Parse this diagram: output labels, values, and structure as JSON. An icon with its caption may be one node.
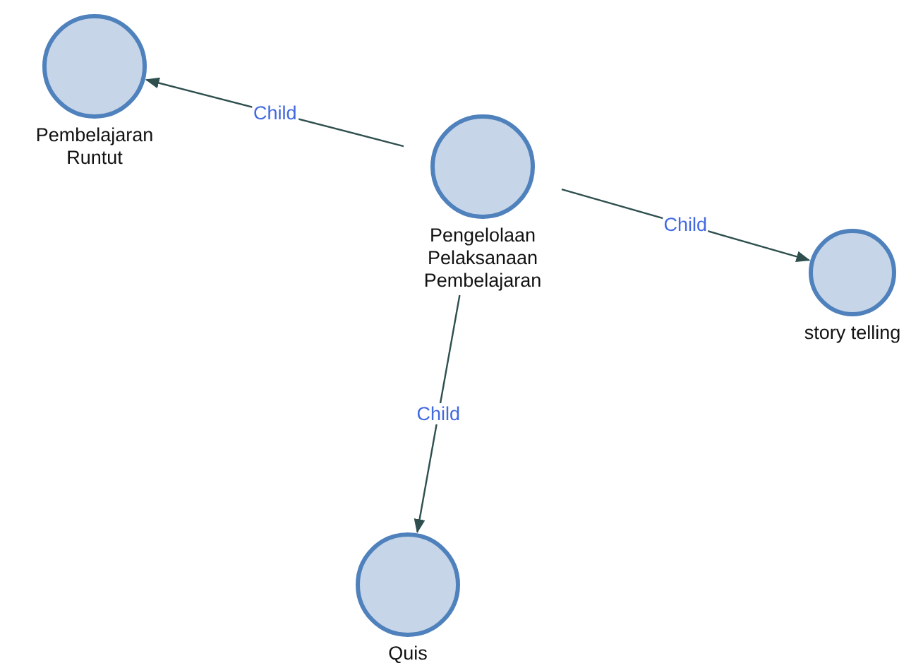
{
  "diagram": {
    "nodes": [
      {
        "text": [
          "Pengelolaan Pelaksanaan Pembelajaran"
        ]
      },
      {
        "text": [
          "Pembelajaran Runtut"
        ]
      },
      {
        "text": [
          "story telling"
        ]
      },
      {
        "text": [
          "Quis"
        ]
      }
    ],
    "edges": [
      {
        "from": 0,
        "to": 1,
        "arrow": "to",
        "label": "Child"
      },
      {
        "from": 0,
        "to": 2,
        "arrow": "to",
        "label": "Child"
      },
      {
        "from": 0,
        "to": 3,
        "arrow": "to",
        "label": "Child"
      }
    ]
  }
}
